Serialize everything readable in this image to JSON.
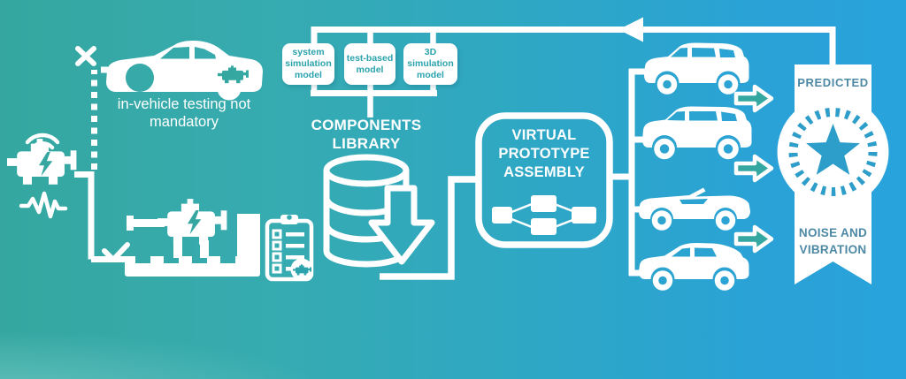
{
  "left_section": {
    "not_mandatory_note": "in-vehicle testing not mandatory",
    "icons": {
      "reject": "x-mark-icon",
      "approve": "check-mark-icon",
      "telemetry_engine": "engine-with-wifi-icon",
      "vibration": "waveform-icon",
      "test_bench": "engine-dyno-bench-icon",
      "checklist": "clipboard-checklist-icon",
      "tested_vehicle": "car-with-engine-icon"
    }
  },
  "component_models": {
    "boxes": [
      {
        "label": "system simulation model"
      },
      {
        "label": "test-based model"
      },
      {
        "label": "3D simulation model"
      }
    ],
    "library_label": "COMPONENTS LIBRARY",
    "icons": {
      "library": "database-cylinder-icon",
      "download": "down-block-arrow-icon"
    }
  },
  "assembly": {
    "label": "VIRTUAL PROTOTYPE ASSEMBLY",
    "icons": {
      "network": "block-diamond-diagram-icon"
    }
  },
  "vehicles": {
    "variants": [
      "hatchback",
      "suv",
      "convertible",
      "sedan"
    ],
    "icons": {
      "transfer": "right-block-arrow-icon"
    }
  },
  "award": {
    "top_label": "PREDICTED",
    "bottom_label": "NOISE AND VIBRATION",
    "icons": {
      "badge": "laurel-wreath-star-ribbon-icon",
      "feedback": "left-arrow-icon"
    }
  },
  "colors": {
    "white": "#ffffff",
    "box_text_teal": "#2ba3ac",
    "badge_blue": "#2d9dc9",
    "badge_text": "#4d89a4",
    "bg_left": "#35a7a0",
    "bg_right": "#29a3dc"
  }
}
